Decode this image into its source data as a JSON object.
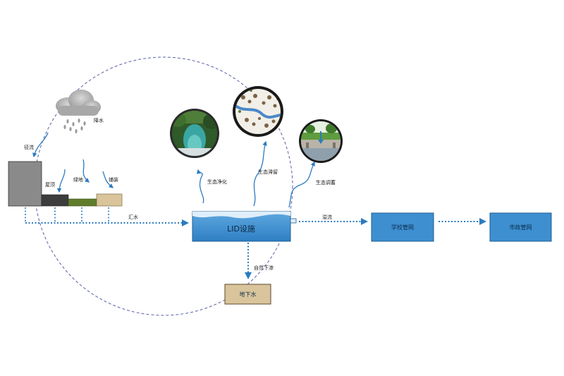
{
  "labels": {
    "rain": "降水",
    "runoff": "径流",
    "roof": "屋顶",
    "green": "绿地",
    "paving": "铺装",
    "collect": "汇水",
    "lid": "LID设施",
    "purify": "生态净化",
    "retain": "生态滞留",
    "regulate": "生态调蓄",
    "overflow": "溢流",
    "school": "学校管网",
    "city": "市政管网",
    "infiltrate": "自然下渗",
    "groundwater": "地下水"
  },
  "colors": {
    "arrow": "#2b7bc0",
    "dashed_circle": "#5a5fa8",
    "lid_fill": "#3d8fd0",
    "building": "#8a8a8a",
    "roof_dark": "#3d3d3d",
    "green": "#5f7d2b",
    "paving": "#d9c49b"
  }
}
